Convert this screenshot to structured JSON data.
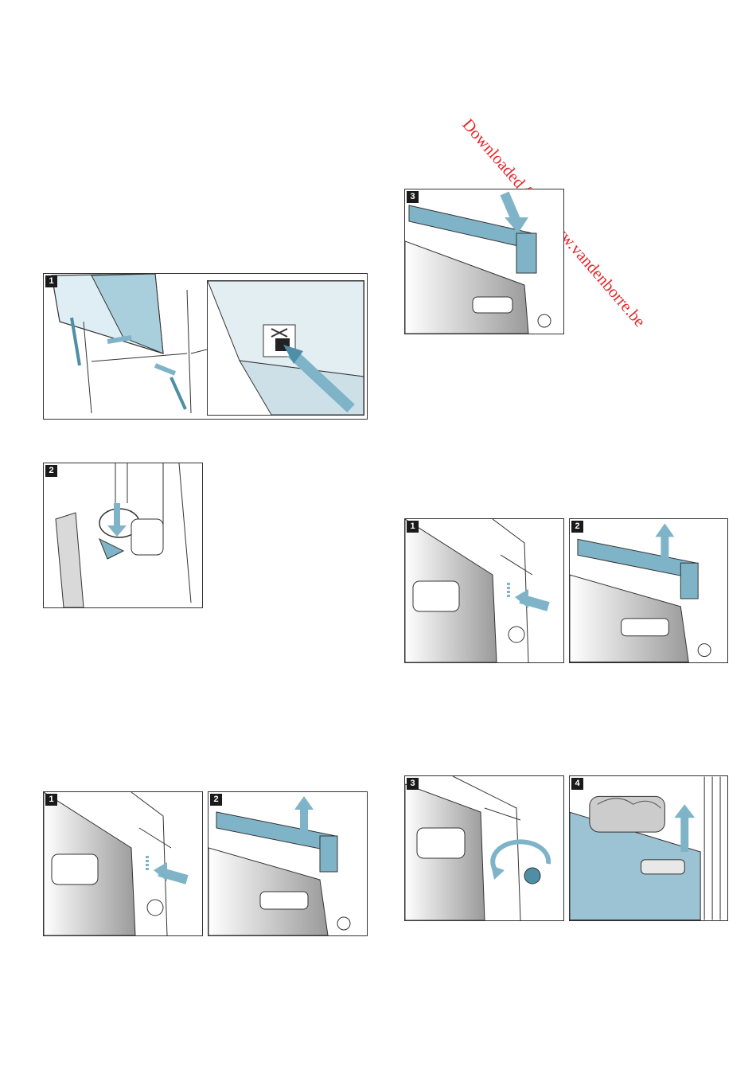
{
  "watermark": "Downloaded from www.vandenborre.be",
  "colors": {
    "watermark": "#e8262a",
    "accent": "#7fb4c8",
    "accent_dark": "#4e8ea6",
    "line": "#333333"
  },
  "figures": {
    "left_top": {
      "step": "1",
      "icon": "door-hinge-icon"
    },
    "left_mid": {
      "step": "2",
      "icon": "hinge-lever-icon"
    },
    "left_bottom_a": {
      "step": "1",
      "icon": "press-side-icon"
    },
    "left_bottom_b": {
      "step": "2",
      "icon": "lift-cover-icon"
    },
    "right_top": {
      "step": "3",
      "icon": "press-cover-icon"
    },
    "right_mid_a": {
      "step": "1",
      "icon": "press-side-icon"
    },
    "right_mid_b": {
      "step": "2",
      "icon": "lift-cover-icon"
    },
    "right_bottom_a": {
      "step": "3",
      "icon": "unscrew-icon"
    },
    "right_bottom_b": {
      "step": "4",
      "icon": "remove-glass-icon"
    }
  }
}
